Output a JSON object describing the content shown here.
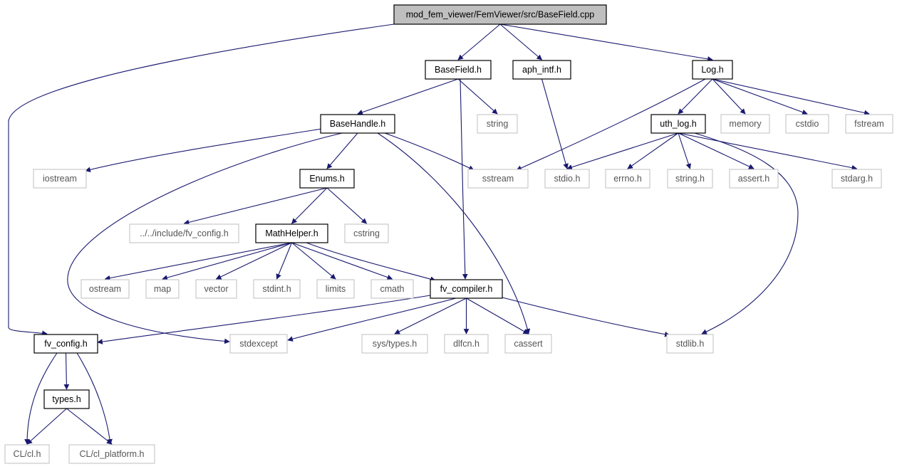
{
  "graph": {
    "nodes": [
      {
        "id": "root",
        "label": "mod_fem_viewer/FemViewer/src/BaseField.cpp",
        "kind": "root"
      },
      {
        "id": "basefield",
        "label": "BaseField.h",
        "kind": "local"
      },
      {
        "id": "aph",
        "label": "aph_intf.h",
        "kind": "local"
      },
      {
        "id": "log",
        "label": "Log.h",
        "kind": "local"
      },
      {
        "id": "basehandle",
        "label": "BaseHandle.h",
        "kind": "local"
      },
      {
        "id": "string",
        "label": "string",
        "kind": "system"
      },
      {
        "id": "uthlog",
        "label": "uth_log.h",
        "kind": "local"
      },
      {
        "id": "memory",
        "label": "memory",
        "kind": "system"
      },
      {
        "id": "cstdio",
        "label": "cstdio",
        "kind": "system"
      },
      {
        "id": "fstream",
        "label": "fstream",
        "kind": "system"
      },
      {
        "id": "iostream",
        "label": "iostream",
        "kind": "system"
      },
      {
        "id": "enums",
        "label": "Enums.h",
        "kind": "local"
      },
      {
        "id": "sstream",
        "label": "sstream",
        "kind": "system"
      },
      {
        "id": "stdioh",
        "label": "stdio.h",
        "kind": "system"
      },
      {
        "id": "errno",
        "label": "errno.h",
        "kind": "system"
      },
      {
        "id": "stringh",
        "label": "string.h",
        "kind": "system"
      },
      {
        "id": "assert",
        "label": "assert.h",
        "kind": "system"
      },
      {
        "id": "stdarg",
        "label": "stdarg.h",
        "kind": "system"
      },
      {
        "id": "incfvconfig",
        "label": "../../include/fv_config.h",
        "kind": "system"
      },
      {
        "id": "mathhelper",
        "label": "MathHelper.h",
        "kind": "local"
      },
      {
        "id": "cstring",
        "label": "cstring",
        "kind": "system"
      },
      {
        "id": "ostream",
        "label": "ostream",
        "kind": "system"
      },
      {
        "id": "map",
        "label": "map",
        "kind": "system"
      },
      {
        "id": "vector",
        "label": "vector",
        "kind": "system"
      },
      {
        "id": "stdint",
        "label": "stdint.h",
        "kind": "system"
      },
      {
        "id": "limits",
        "label": "limits",
        "kind": "system"
      },
      {
        "id": "cmath",
        "label": "cmath",
        "kind": "system"
      },
      {
        "id": "fvcompiler",
        "label": "fv_compiler.h",
        "kind": "local"
      },
      {
        "id": "fvconfig",
        "label": "fv_config.h",
        "kind": "local"
      },
      {
        "id": "stdexcept",
        "label": "stdexcept",
        "kind": "system"
      },
      {
        "id": "systypes",
        "label": "sys/types.h",
        "kind": "system"
      },
      {
        "id": "dlfcn",
        "label": "dlfcn.h",
        "kind": "system"
      },
      {
        "id": "cassert",
        "label": "cassert",
        "kind": "system"
      },
      {
        "id": "stdlib",
        "label": "stdlib.h",
        "kind": "system"
      },
      {
        "id": "types",
        "label": "types.h",
        "kind": "local"
      },
      {
        "id": "clcl",
        "label": "CL/cl.h",
        "kind": "system"
      },
      {
        "id": "clplatform",
        "label": "CL/cl_platform.h",
        "kind": "system"
      }
    ],
    "edges": [
      [
        "root",
        "fvconfig"
      ],
      [
        "root",
        "basefield"
      ],
      [
        "root",
        "aph"
      ],
      [
        "root",
        "log"
      ],
      [
        "basefield",
        "basehandle"
      ],
      [
        "basefield",
        "string"
      ],
      [
        "basefield",
        "fvcompiler"
      ],
      [
        "aph",
        "stdioh"
      ],
      [
        "log",
        "sstream"
      ],
      [
        "log",
        "uthlog"
      ],
      [
        "log",
        "memory"
      ],
      [
        "log",
        "cstdio"
      ],
      [
        "log",
        "fstream"
      ],
      [
        "basehandle",
        "iostream"
      ],
      [
        "basehandle",
        "enums"
      ],
      [
        "basehandle",
        "sstream"
      ],
      [
        "basehandle",
        "stdexcept"
      ],
      [
        "basehandle",
        "cassert"
      ],
      [
        "uthlog",
        "stdioh"
      ],
      [
        "uthlog",
        "errno"
      ],
      [
        "uthlog",
        "stringh"
      ],
      [
        "uthlog",
        "assert"
      ],
      [
        "uthlog",
        "stdarg"
      ],
      [
        "uthlog",
        "stdlib"
      ],
      [
        "enums",
        "incfvconfig"
      ],
      [
        "enums",
        "mathhelper"
      ],
      [
        "enums",
        "cstring"
      ],
      [
        "mathhelper",
        "ostream"
      ],
      [
        "mathhelper",
        "map"
      ],
      [
        "mathhelper",
        "vector"
      ],
      [
        "mathhelper",
        "stdint"
      ],
      [
        "mathhelper",
        "limits"
      ],
      [
        "mathhelper",
        "cmath"
      ],
      [
        "mathhelper",
        "fvcompiler"
      ],
      [
        "fvcompiler",
        "fvconfig"
      ],
      [
        "fvcompiler",
        "stdexcept"
      ],
      [
        "fvcompiler",
        "systypes"
      ],
      [
        "fvcompiler",
        "dlfcn"
      ],
      [
        "fvcompiler",
        "cassert"
      ],
      [
        "fvcompiler",
        "stdlib"
      ],
      [
        "fvconfig",
        "types"
      ],
      [
        "fvconfig",
        "clcl"
      ],
      [
        "fvconfig",
        "clplatform"
      ],
      [
        "types",
        "clcl"
      ],
      [
        "types",
        "clplatform"
      ]
    ]
  },
  "colors": {
    "edge": "#191970",
    "root_fill": "#bfbfbf",
    "local_border": "#000000",
    "system_border": "#bfbfbf"
  }
}
